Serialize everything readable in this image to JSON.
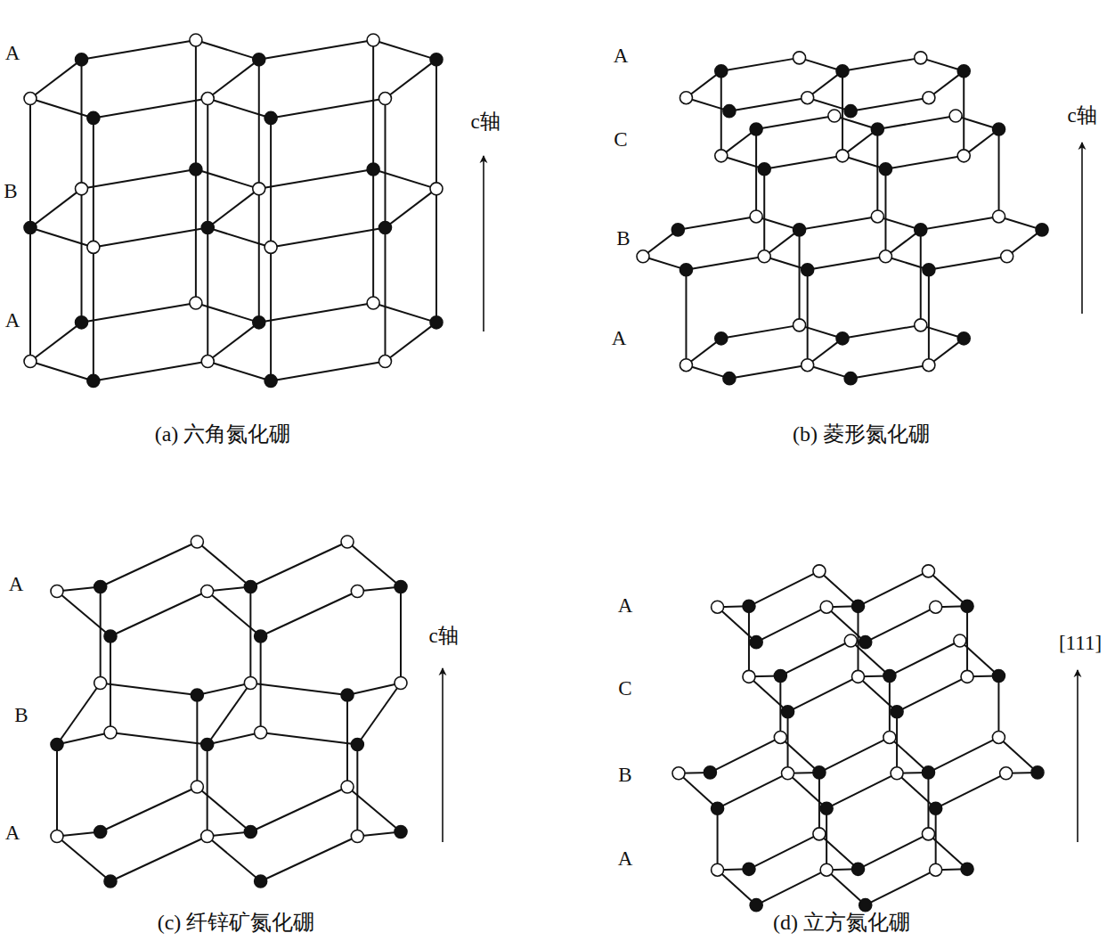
{
  "diagram": {
    "labels": [
      "A",
      "B",
      "A",
      "c轴",
      "(a) 六角氮化硼",
      "A",
      "C",
      "B",
      "A",
      "c轴",
      "(b) 菱形氮化硼",
      "A",
      "B",
      "A",
      "c轴",
      "(c) 纤锌矿氮化硼",
      "A",
      "C",
      "B",
      "A",
      "[111]",
      "(d) 立方氮化硼"
    ]
  }
}
